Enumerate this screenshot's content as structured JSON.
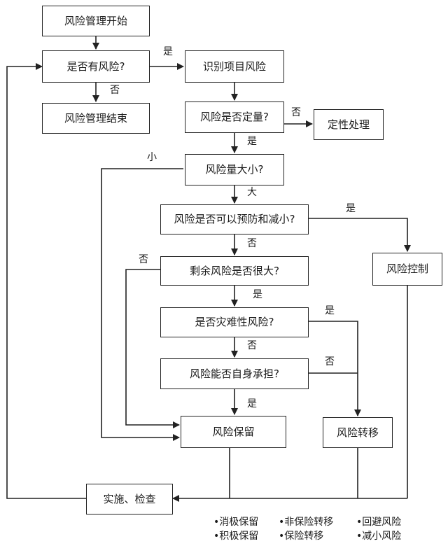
{
  "nodes": {
    "start": "风险管理开始",
    "has_risk": "是否有风险?",
    "end": "风险管理结束",
    "identify": "识别项目风险",
    "quantify": "风险是否定量?",
    "qualitative": "定性处理",
    "magnitude": "风险量大小?",
    "preventable": "风险是否可以预防和减小?",
    "control": "风险控制",
    "residual": "剩余风险是否很大?",
    "catastrophic": "是否灾难性风险?",
    "self_bear": "风险能否自身承担?",
    "retention": "风险保留",
    "transfer": "风险转移",
    "implement": "实施、检查"
  },
  "edge_labels": {
    "has_risk_yes": "是",
    "has_risk_no": "否",
    "quantify_no": "否",
    "quantify_yes": "是",
    "magnitude_small": "小",
    "magnitude_large": "大",
    "preventable_yes": "是",
    "preventable_no": "否",
    "residual_no": "否",
    "residual_yes": "是",
    "catastrophic_yes": "是",
    "catastrophic_no": "否",
    "self_bear_no": "否",
    "self_bear_yes": "是"
  },
  "legend": {
    "col1": [
      "•消极保留",
      "•积极保留"
    ],
    "col2": [
      "•非保险转移",
      "•保险转移"
    ],
    "col3": [
      "•回避风险",
      "•减小风险"
    ]
  },
  "colors": {
    "line": "#222222",
    "box_border": "#222222",
    "background": "#ffffff"
  }
}
